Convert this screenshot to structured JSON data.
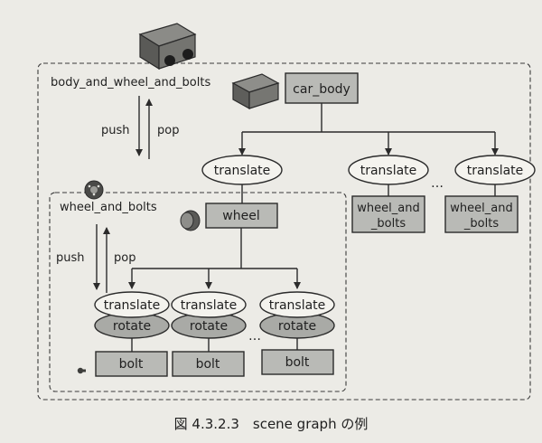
{
  "nodes": {
    "car_body": "car_body",
    "body_and_wheel_and_bolts": "body_and_wheel_and_bolts",
    "push_outer": "push",
    "pop_outer": "pop",
    "translate_1": "translate",
    "translate_2": "translate",
    "translate_3": "translate",
    "wheel": "wheel",
    "wheel_and_bolts_box2_line1": "wheel_and",
    "wheel_and_bolts_box2_line2": "_bolts",
    "wheel_and_bolts_box3_line1": "wheel_and",
    "wheel_and_bolts_box3_line2": "_bolts",
    "ellipsis_top": "…",
    "wheel_and_bolts_label": "wheel_and_bolts",
    "push_inner": "push",
    "pop_inner": "pop",
    "translate_a": "translate",
    "translate_b": "translate",
    "translate_c": "translate",
    "rotate_a": "rotate",
    "rotate_b": "rotate",
    "rotate_c": "rotate",
    "ellipsis_bottom": "…",
    "bolt_a": "bolt",
    "bolt_b": "bolt",
    "bolt_c": "bolt"
  },
  "caption": "図 4.3.2.3　scene graph の例"
}
